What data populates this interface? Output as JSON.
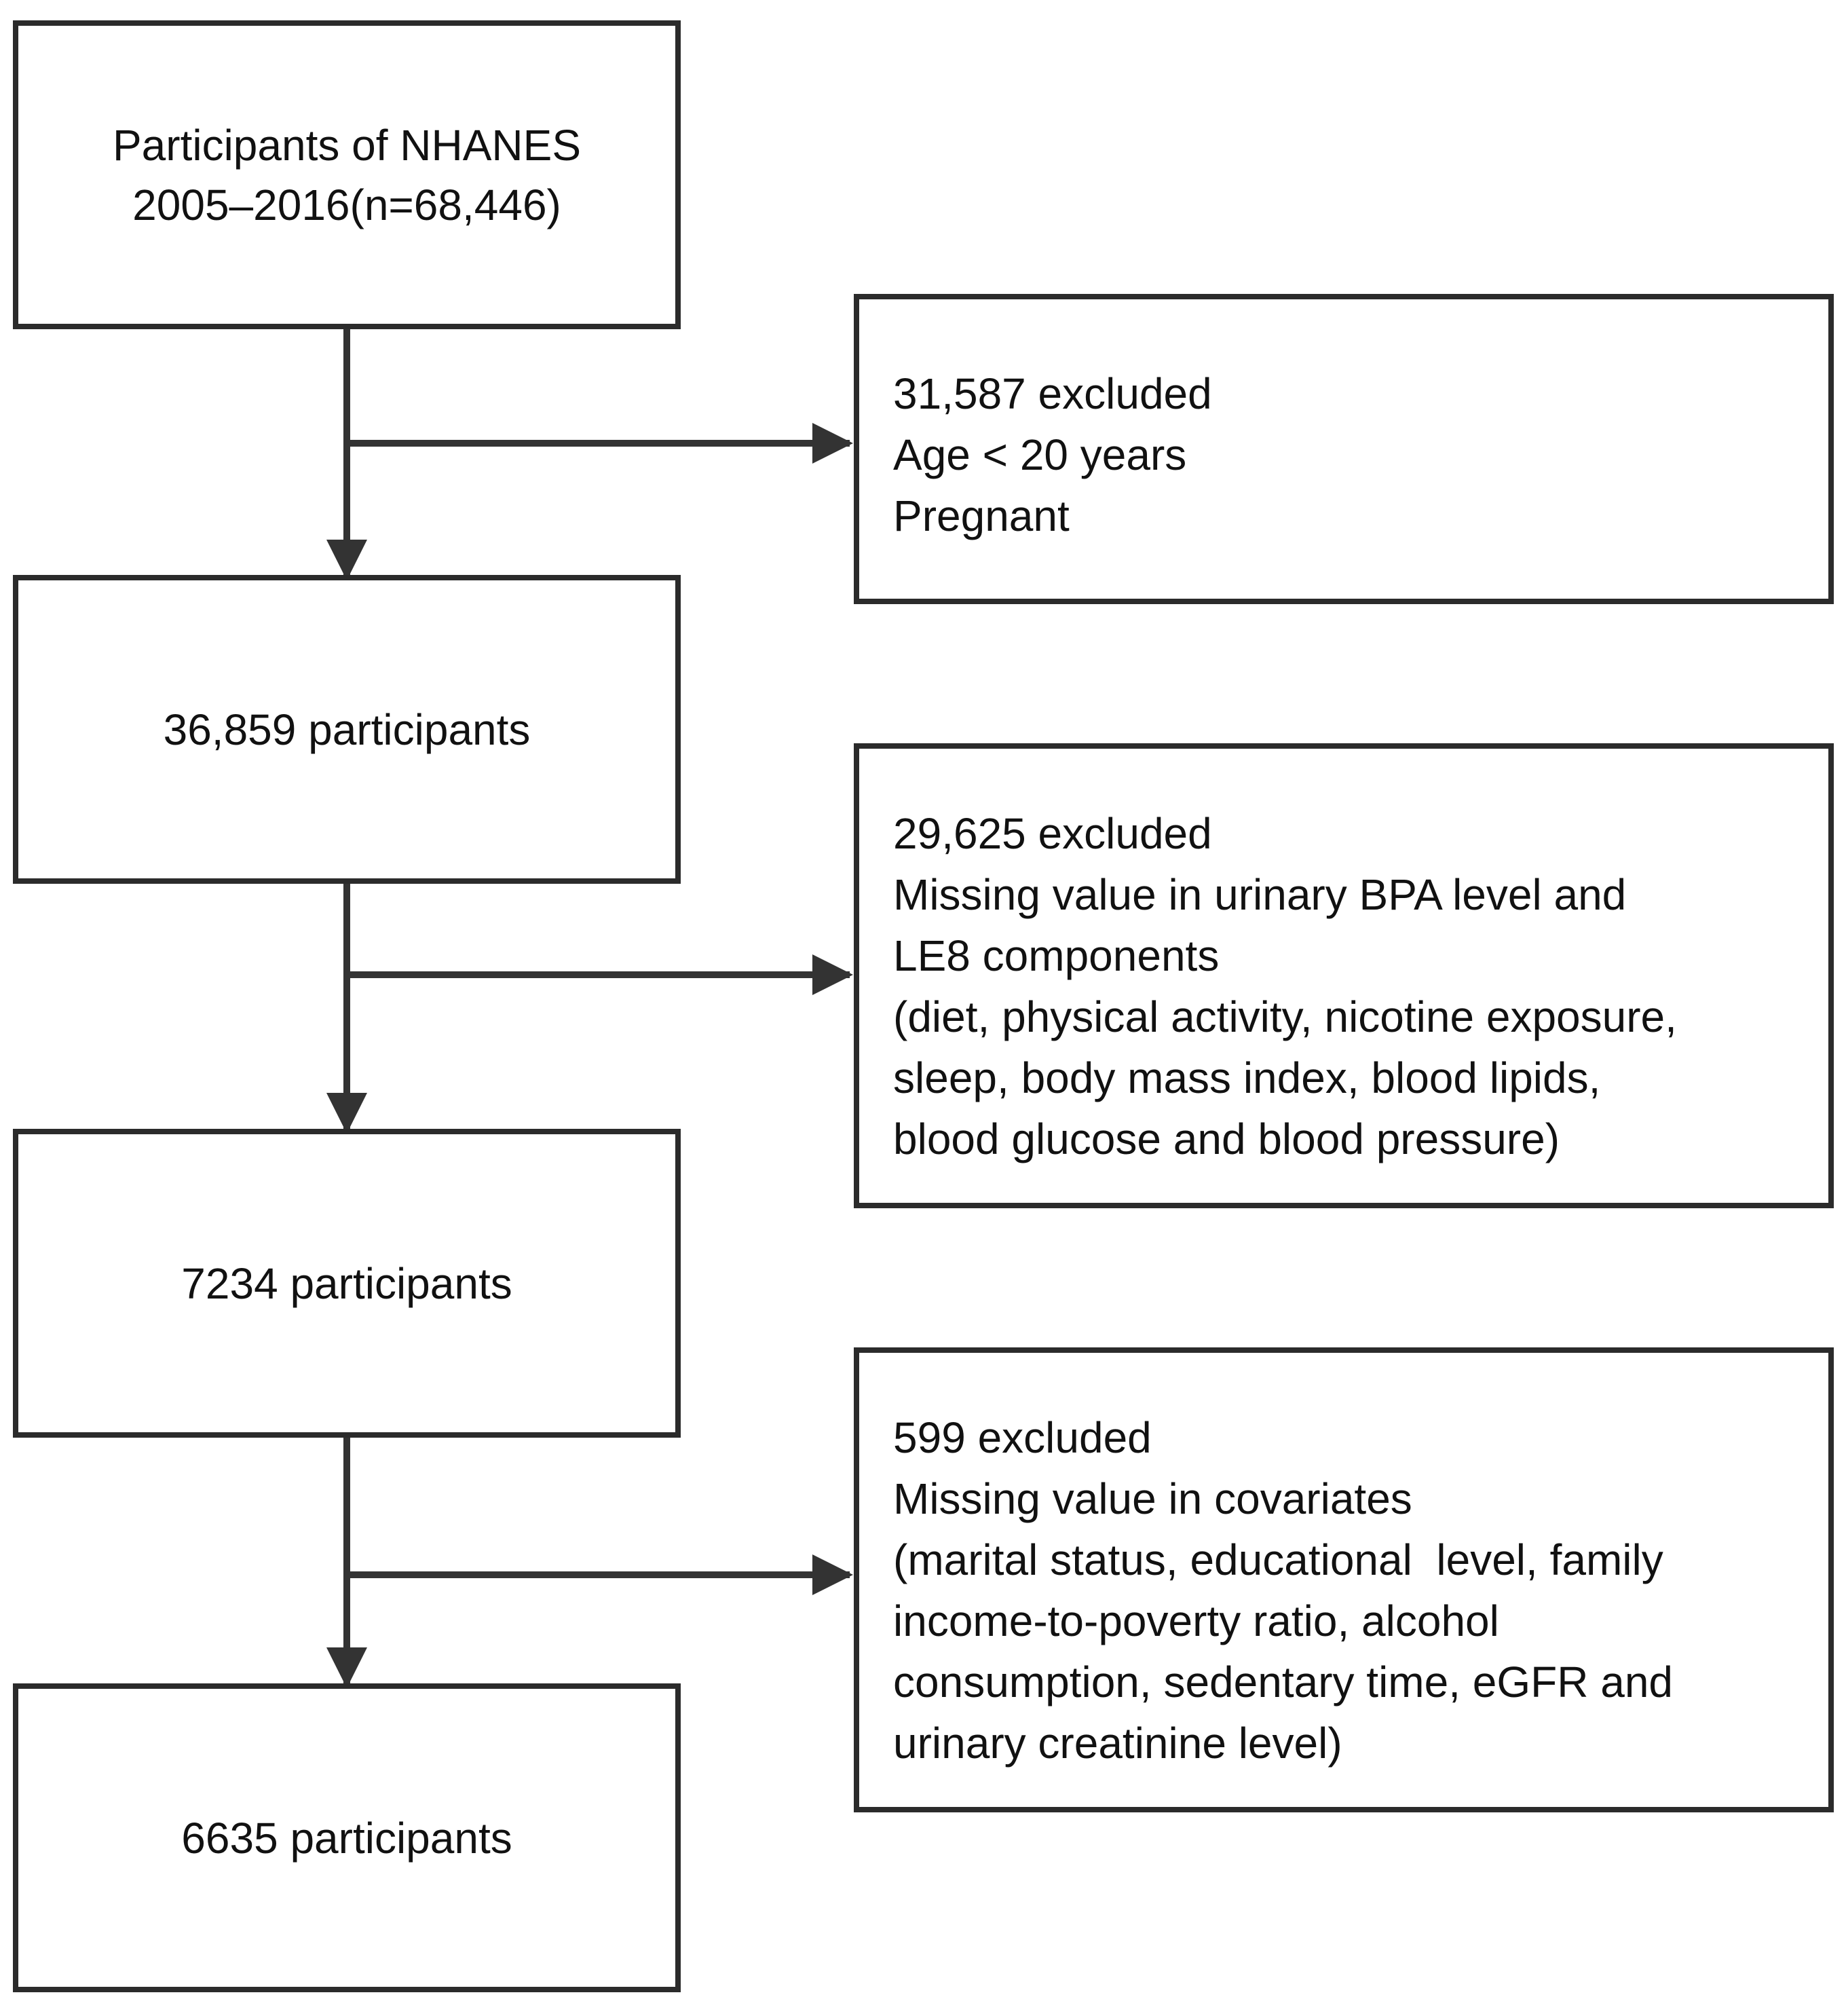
{
  "flow": {
    "steps": [
      {
        "lines": [
          "Participants of NHANES",
          "2005–2016(n=68,446)"
        ]
      },
      {
        "lines": [
          "36,859 participants"
        ]
      },
      {
        "lines": [
          "7234 participants"
        ]
      },
      {
        "lines": [
          "6635 participants"
        ]
      }
    ],
    "exclusions": [
      {
        "lines": [
          "31,587 excluded",
          "Age < 20 years",
          "Pregnant"
        ]
      },
      {
        "lines": [
          "29,625 excluded",
          "Missing value in urinary BPA level and",
          "LE8 components",
          "(diet, physical activity, nicotine exposure,",
          "sleep, body mass index, blood lipids,",
          "blood glucose and blood pressure)"
        ]
      },
      {
        "lines": [
          "599 excluded",
          "Missing value in covariates",
          "(marital status, educational  level, family",
          "income-to-poverty ratio, alcohol",
          "consumption, sedentary time, eGFR and",
          "urinary creatinine level)"
        ]
      }
    ]
  },
  "colors": {
    "border": "#2b2b2b",
    "arrow": "#333333",
    "text": "#111111",
    "background": "#ffffff"
  }
}
